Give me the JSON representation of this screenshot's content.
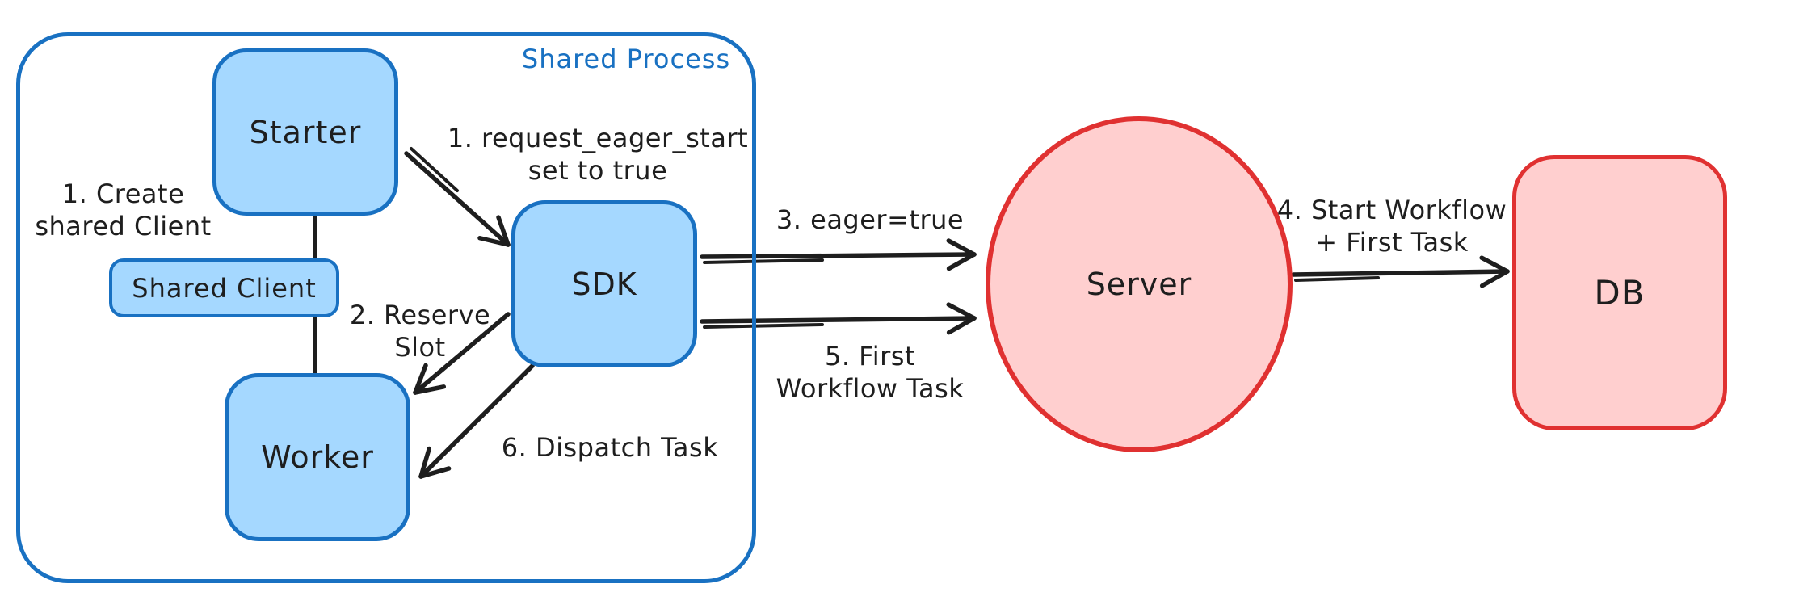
{
  "diagram": {
    "container_label": "Shared Process",
    "nodes": {
      "starter": {
        "label": "Starter"
      },
      "shared_client": {
        "label": "Shared Client"
      },
      "worker": {
        "label": "Worker"
      },
      "sdk": {
        "label": "SDK"
      },
      "server": {
        "label": "Server"
      },
      "db": {
        "label": "DB"
      }
    },
    "annotations": {
      "create_client": {
        "line1": "1. Create",
        "line2": "shared Client"
      },
      "request_eager_start": {
        "line1": "1. request_eager_start",
        "line2": "set to true"
      },
      "reserve_slot": {
        "line1": "2. Reserve",
        "line2": "Slot"
      },
      "eager_true": {
        "line1": "3. eager=true"
      },
      "start_workflow": {
        "line1": "4. Start Workflow",
        "line2": "+ First Task"
      },
      "first_workflow_task": {
        "line1": "5. First",
        "line2": "Workflow Task"
      },
      "dispatch_task": {
        "line1": "6. Dispatch Task"
      }
    },
    "colors": {
      "blue_stroke": "#1971c2",
      "blue_fill": "#a5d8ff",
      "red_stroke": "#e03131",
      "red_fill": "#ffcfcf",
      "ink": "#1e1e1e",
      "background": "#ffffff"
    }
  }
}
